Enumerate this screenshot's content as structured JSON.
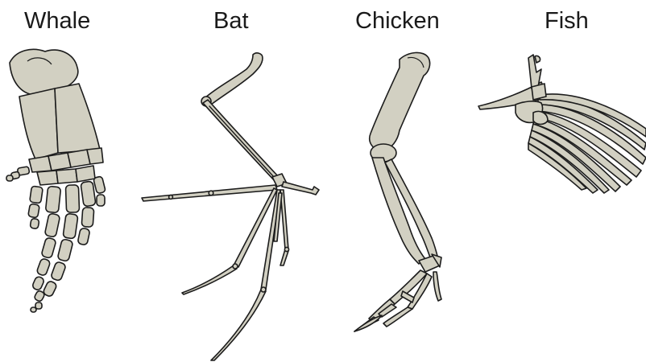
{
  "labels": {
    "whale": "Whale",
    "bat": "Bat",
    "chicken": "Chicken",
    "fish": "Fish"
  },
  "colors": {
    "bone_fill": "#d2d0c2",
    "outline": "#1c1c1c",
    "background": "#ffffff"
  }
}
